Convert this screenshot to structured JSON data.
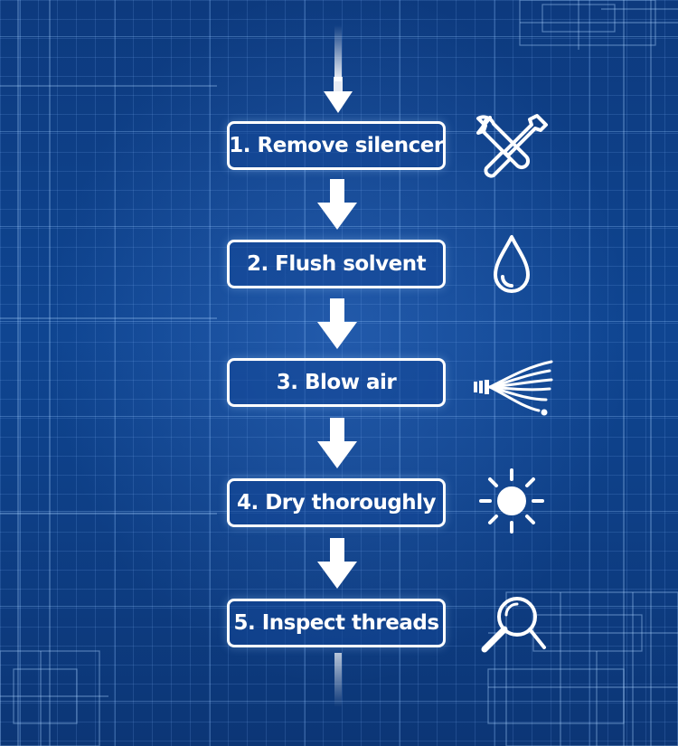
{
  "steps": [
    {
      "label": "1. Remove silencer",
      "icon": "wrench-screwdriver-icon"
    },
    {
      "label": "2. Flush solvent",
      "icon": "droplet-icon"
    },
    {
      "label": "3. Blow air",
      "icon": "air-nozzle-icon"
    },
    {
      "label": "4. Dry thoroughly",
      "icon": "sun-icon"
    },
    {
      "label": "5. Inspect threads",
      "icon": "magnifier-icon"
    }
  ],
  "colors": {
    "background": "#0f4591",
    "grid": "#7aaaf0",
    "box_border": "#ffffff",
    "text": "#ffffff"
  }
}
